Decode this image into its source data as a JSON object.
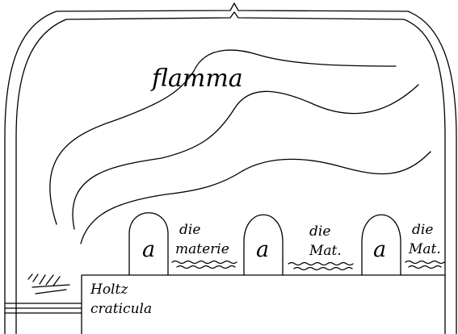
{
  "labels": {
    "flamma": "flamma",
    "arch_letter": "a",
    "materie_1_line1": "die",
    "materie_1_line2": "materie",
    "materie_2_line1": "die",
    "materie_2_line2": "Mat.",
    "materie_3_line1": "die",
    "materie_3_line2": "Mat.",
    "holtz_line1": "Holtz",
    "holtz_line2": "craticula"
  }
}
